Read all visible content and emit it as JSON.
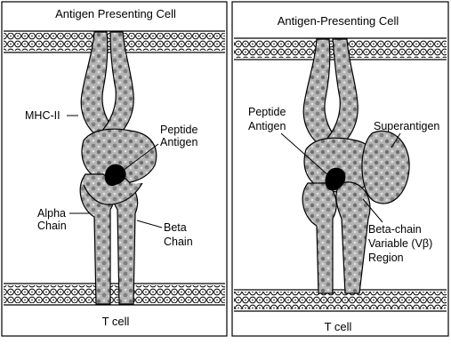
{
  "left_panel": {
    "title": "Antigen Presenting Cell",
    "bottom_label": "T cell",
    "labels": {
      "mhc": "MHC-II",
      "peptide_line1": "Peptide",
      "peptide_line2": "Antigen",
      "alpha_line1": "Alpha",
      "alpha_line2": "Chain",
      "beta_line1": "Beta",
      "beta_line2": "Chain"
    }
  },
  "right_panel": {
    "title": "Antigen-Presenting Cell",
    "bottom_label": "T cell",
    "labels": {
      "peptide_line1": "Peptide",
      "peptide_line2": "Antigen",
      "superantigen": "Superantigen",
      "vb_line1": "Beta-chain",
      "vb_line2": "Variable (Vβ)",
      "vb_line3": "Region"
    }
  },
  "colors": {
    "protein_fill": "#a8a8a8",
    "outline": "#000000",
    "peptide": "#000000",
    "background": "#ffffff"
  }
}
